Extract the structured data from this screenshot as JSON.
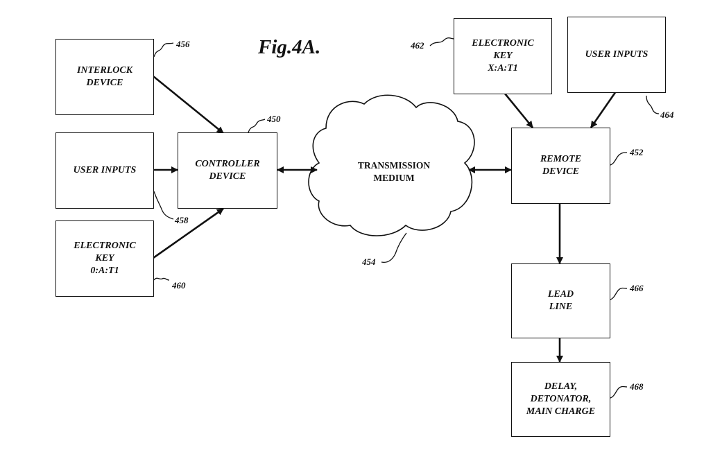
{
  "figure_title": "Fig.4A.",
  "nodes": {
    "interlock": {
      "lines": [
        "INTERLOCK",
        "DEVICE"
      ],
      "ref": "456"
    },
    "user_inputs_left": {
      "lines": [
        "USER INPUTS"
      ],
      "ref": "458"
    },
    "key_left": {
      "lines": [
        "ELECTRONIC",
        "KEY",
        "0:A:T1"
      ],
      "ref": "460"
    },
    "controller": {
      "lines": [
        "CONTROLLER",
        "DEVICE"
      ],
      "ref": "450"
    },
    "transmission": {
      "lines": [
        "TRANSMISSION",
        "MEDIUM"
      ],
      "ref": "454"
    },
    "key_right": {
      "lines": [
        "ELECTRONIC",
        "KEY",
        "X:A:T1"
      ],
      "ref": "462"
    },
    "user_inputs_right": {
      "lines": [
        "USER INPUTS"
      ],
      "ref": "464"
    },
    "remote": {
      "lines": [
        "REMOTE",
        "DEVICE"
      ],
      "ref": "452"
    },
    "lead_line": {
      "lines": [
        "LEAD",
        "LINE"
      ],
      "ref": "466"
    },
    "charge": {
      "lines": [
        "DELAY,",
        "DETONATOR,",
        "MAIN CHARGE"
      ],
      "ref": "468"
    }
  }
}
